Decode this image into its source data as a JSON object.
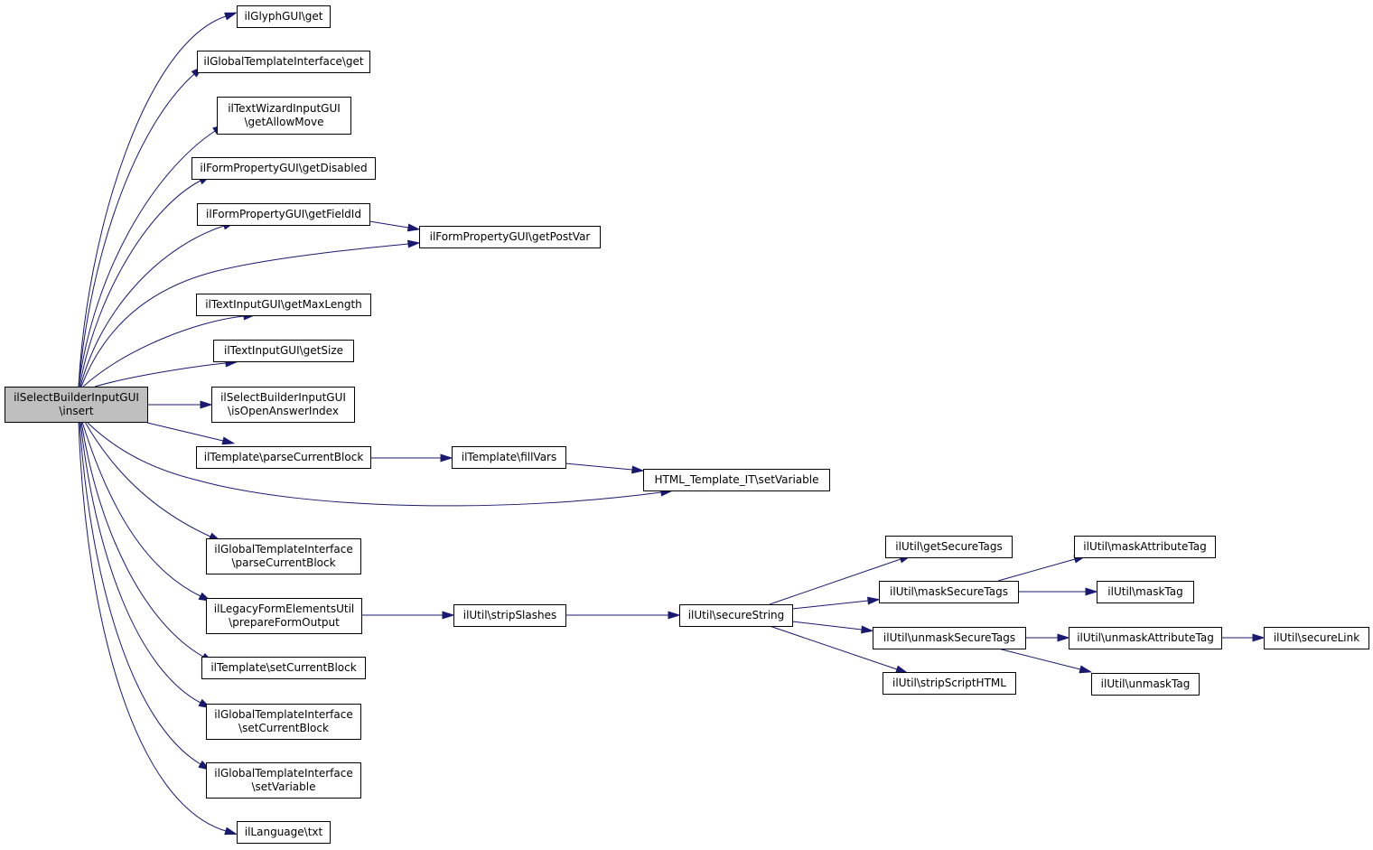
{
  "colors": {
    "edge": "#191970",
    "root_fill": "#bfbfbf",
    "node_fill": "#ffffff",
    "border": "#000000"
  },
  "nodes": [
    {
      "id": "insert",
      "lines": [
        "ilSelectBuilderInputGUI",
        "\\insert"
      ],
      "root": true
    },
    {
      "id": "glyph_get",
      "lines": [
        "ilGlyphGUI\\get"
      ]
    },
    {
      "id": "gti_get",
      "lines": [
        "ilGlobalTemplateInterface\\get"
      ]
    },
    {
      "id": "textwizard_allowmove",
      "lines": [
        "ilTextWizardInputGUI",
        "\\getAllowMove"
      ]
    },
    {
      "id": "fp_disabled",
      "lines": [
        "ilFormPropertyGUI\\getDisabled"
      ]
    },
    {
      "id": "fp_fieldid",
      "lines": [
        "ilFormPropertyGUI\\getFieldId"
      ]
    },
    {
      "id": "fp_postvar",
      "lines": [
        "ilFormPropertyGUI\\getPostVar"
      ]
    },
    {
      "id": "ti_maxlength",
      "lines": [
        "ilTextInputGUI\\getMaxLength"
      ]
    },
    {
      "id": "ti_size",
      "lines": [
        "ilTextInputGUI\\getSize"
      ]
    },
    {
      "id": "sb_openanswer",
      "lines": [
        "ilSelectBuilderInputGUI",
        "\\isOpenAnswerIndex"
      ]
    },
    {
      "id": "tpl_parsecurrent",
      "lines": [
        "ilTemplate\\parseCurrentBlock"
      ]
    },
    {
      "id": "tpl_fillvars",
      "lines": [
        "ilTemplate\\fillVars"
      ]
    },
    {
      "id": "html_setvariable",
      "lines": [
        "HTML_Template_IT\\setVariable"
      ]
    },
    {
      "id": "gti_parsecurrent",
      "lines": [
        "ilGlobalTemplateInterface",
        "\\parseCurrentBlock"
      ]
    },
    {
      "id": "legacy_prepare",
      "lines": [
        "ilLegacyFormElementsUtil",
        "\\prepareFormOutput"
      ]
    },
    {
      "id": "util_stripslashes",
      "lines": [
        "ilUtil\\stripSlashes"
      ]
    },
    {
      "id": "util_securestring",
      "lines": [
        "ilUtil\\secureString"
      ]
    },
    {
      "id": "util_getsecuretags",
      "lines": [
        "ilUtil\\getSecureTags"
      ]
    },
    {
      "id": "util_masksecuretags",
      "lines": [
        "ilUtil\\maskSecureTags"
      ]
    },
    {
      "id": "util_maskattributetag",
      "lines": [
        "ilUtil\\maskAttributeTag"
      ]
    },
    {
      "id": "util_masktag",
      "lines": [
        "ilUtil\\maskTag"
      ]
    },
    {
      "id": "util_unmasksecuretags",
      "lines": [
        "ilUtil\\unmaskSecureTags"
      ]
    },
    {
      "id": "util_unmaskattributetag",
      "lines": [
        "ilUtil\\unmaskAttributeTag"
      ]
    },
    {
      "id": "util_securelink",
      "lines": [
        "ilUtil\\secureLink"
      ]
    },
    {
      "id": "util_stripscripthtml",
      "lines": [
        "ilUtil\\stripScriptHTML"
      ]
    },
    {
      "id": "util_unmasktag",
      "lines": [
        "ilUtil\\unmaskTag"
      ]
    },
    {
      "id": "tpl_setcurrent",
      "lines": [
        "ilTemplate\\setCurrentBlock"
      ]
    },
    {
      "id": "gti_setcurrent",
      "lines": [
        "ilGlobalTemplateInterface",
        "\\setCurrentBlock"
      ]
    },
    {
      "id": "gti_setvariable",
      "lines": [
        "ilGlobalTemplateInterface",
        "\\setVariable"
      ]
    },
    {
      "id": "lang_txt",
      "lines": [
        "ilLanguage\\txt"
      ]
    }
  ],
  "edges": [
    [
      "insert",
      "glyph_get"
    ],
    [
      "insert",
      "gti_get"
    ],
    [
      "insert",
      "textwizard_allowmove"
    ],
    [
      "insert",
      "fp_disabled"
    ],
    [
      "insert",
      "fp_fieldid"
    ],
    [
      "fp_fieldid",
      "fp_postvar"
    ],
    [
      "insert",
      "fp_postvar"
    ],
    [
      "insert",
      "ti_maxlength"
    ],
    [
      "insert",
      "ti_size"
    ],
    [
      "insert",
      "sb_openanswer"
    ],
    [
      "insert",
      "tpl_parsecurrent"
    ],
    [
      "tpl_parsecurrent",
      "tpl_fillvars"
    ],
    [
      "tpl_fillvars",
      "html_setvariable"
    ],
    [
      "insert",
      "html_setvariable"
    ],
    [
      "insert",
      "gti_parsecurrent"
    ],
    [
      "insert",
      "legacy_prepare"
    ],
    [
      "legacy_prepare",
      "util_stripslashes"
    ],
    [
      "util_stripslashes",
      "util_securestring"
    ],
    [
      "util_securestring",
      "util_getsecuretags"
    ],
    [
      "util_securestring",
      "util_masksecuretags"
    ],
    [
      "util_masksecuretags",
      "util_maskattributetag"
    ],
    [
      "util_masksecuretags",
      "util_masktag"
    ],
    [
      "util_securestring",
      "util_unmasksecuretags"
    ],
    [
      "util_unmasksecuretags",
      "util_unmaskattributetag"
    ],
    [
      "util_unmaskattributetag",
      "util_securelink"
    ],
    [
      "util_unmasksecuretags",
      "util_unmasktag"
    ],
    [
      "util_securestring",
      "util_stripscripthtml"
    ],
    [
      "insert",
      "tpl_setcurrent"
    ],
    [
      "insert",
      "gti_setcurrent"
    ],
    [
      "insert",
      "gti_setvariable"
    ],
    [
      "insert",
      "lang_txt"
    ]
  ]
}
